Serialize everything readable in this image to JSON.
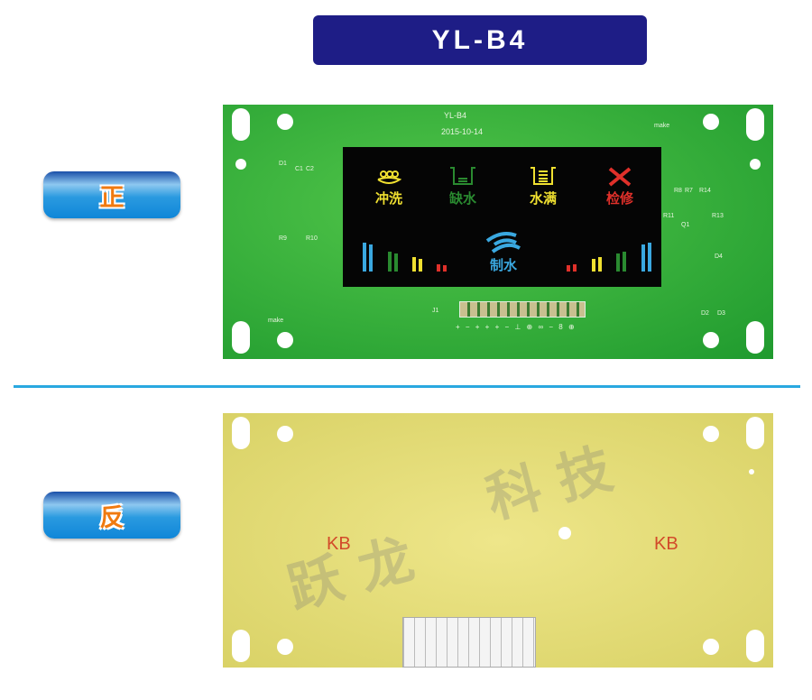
{
  "title": "YL-B4",
  "front_label": "正",
  "back_label": "反",
  "front_board": {
    "model": "YL-B4",
    "date": "2015-10-14",
    "make_top": "make",
    "make_bottom": "make",
    "components": [
      "D1",
      "C1",
      "C2",
      "R9",
      "R10",
      "R8",
      "R7",
      "R14",
      "R11",
      "R13",
      "Q1",
      "D4",
      "D2",
      "D3",
      "J1"
    ],
    "pin_labels": "+ − + + + − ⊥ ⊕ ∞ − 8 ⊕",
    "lcd": {
      "flush": "冲洗",
      "no_water": "缺水",
      "full_water": "水满",
      "service": "检修",
      "make_water": "制水",
      "colors": {
        "yellow": "#f0e030",
        "green": "#2a8a30",
        "red": "#e0302a",
        "blue": "#3aa8e0"
      }
    }
  },
  "back_board": {
    "mark_left": "KB",
    "mark_right": "KB"
  },
  "watermark": "跃龙科技"
}
